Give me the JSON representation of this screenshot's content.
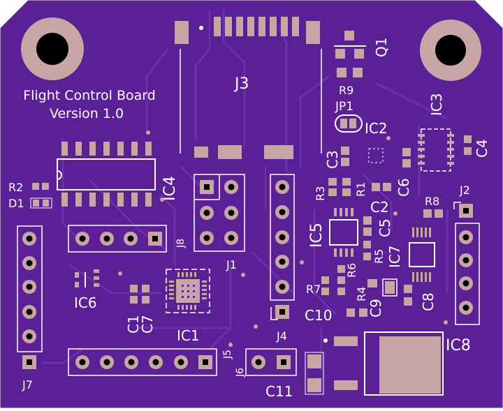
{
  "board": {
    "title_line1": "Flight Control Board",
    "title_line2": "Version 1.0",
    "colors": {
      "substrate": "#5b1f96",
      "trace": "#6c2fae",
      "pad": "#c8a6a6",
      "silk": "#ffffff",
      "hole": "#000000",
      "edge": "#ffffff"
    }
  },
  "labels": {
    "J3": "J3",
    "Q1": "Q1",
    "R9": "R9",
    "JP1": "JP1",
    "IC2": "IC2",
    "IC3": "IC3",
    "C4": "C4",
    "C3": "C3",
    "C6": "C6",
    "R3": "R3",
    "R1": "R1",
    "C2": "C2",
    "R8": "R8",
    "J2": "J2",
    "IC4": "IC4",
    "R2": "R2",
    "D1": "D1",
    "J8": "J8",
    "J1": "J1",
    "IC5": "IC5",
    "C5": "C5",
    "R5": "R5",
    "IC7": "IC7",
    "R6": "R6",
    "R7": "R7",
    "R4": "R4",
    "C9": "C9",
    "C8": "C8",
    "IC6": "IC6",
    "C1": "C1",
    "C7": "C7",
    "IC1": "IC1",
    "J4": "J4",
    "C10": "C10",
    "J5": "J5",
    "J6": "J6",
    "IC8": "IC8",
    "J7": "J7",
    "C11": "C11"
  }
}
